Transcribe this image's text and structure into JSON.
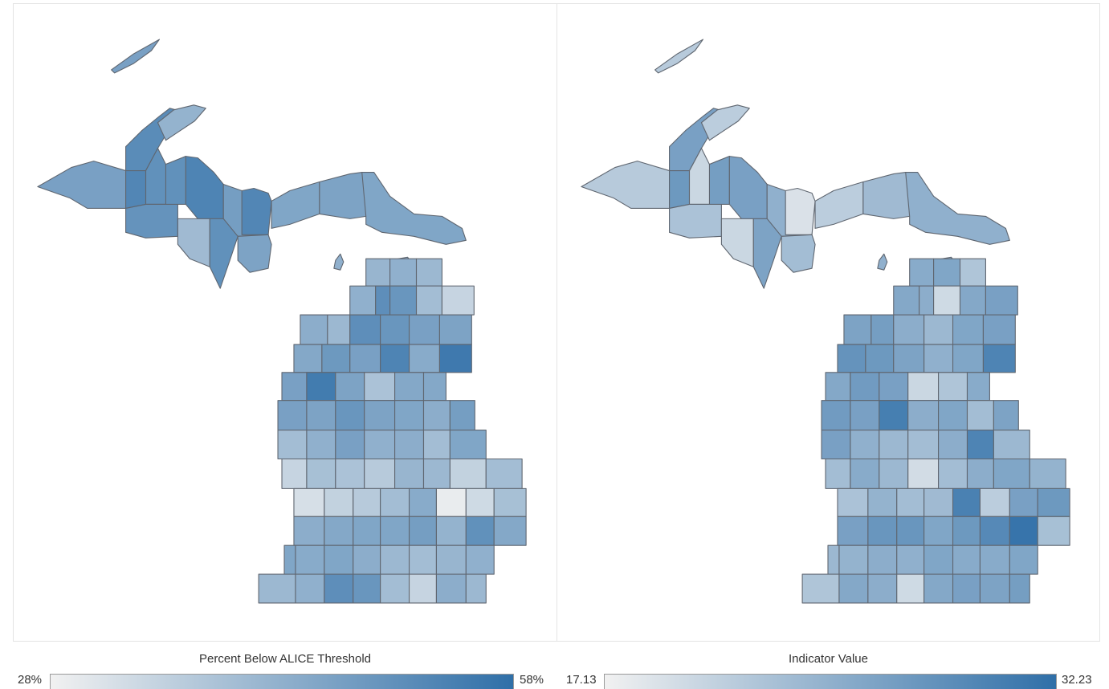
{
  "maps": [
    {
      "legend": {
        "title": "Percent Below ALICE Threshold",
        "min_label": "28%",
        "max_label": "58%",
        "low_color": "#f1f1f1",
        "high_color": "#2f6fa8"
      },
      "upper_peninsula": [
        0.62,
        0.78,
        0.82,
        0.74,
        0.72,
        0.48,
        0.74,
        0.84,
        0.42,
        0.74,
        0.64,
        0.82,
        0.6,
        0.58,
        0.6,
        0.58
      ],
      "lower_peninsula": [
        [
          0.46,
          0.5,
          0.44,
          0.5,
          0.76,
          0.7
        ],
        [
          0.4,
          0.22,
          0.52,
          0.44,
          0.76,
          0.7
        ],
        [
          0.62,
          0.6,
          0.56,
          0.68,
          0.62,
          0.84
        ],
        [
          0.54,
          0.92,
          0.62,
          0.9,
          0.6,
          0.36,
          0.56
        ],
        [
          0.56,
          0.62,
          0.6,
          0.7,
          0.6,
          0.58,
          0.52
        ],
        [
          0.64,
          0.4,
          0.5,
          0.62,
          0.5,
          0.52,
          0.4,
          0.58
        ],
        [
          0.22,
          0.38,
          0.36,
          0.3,
          0.46,
          0.44,
          0.24,
          0.4
        ],
        [
          0.14,
          0.24,
          0.3,
          0.4,
          0.54,
          0.04,
          0.18,
          0.38
        ],
        [
          0.52,
          0.56,
          0.58,
          0.58,
          0.64,
          0.48,
          0.74
        ],
        [
          0.56,
          0.58,
          0.54,
          0.58,
          0.52,
          0.44,
          0.4
        ]
      ]
    },
    {
      "legend": {
        "title": "Indicator Value",
        "min_label": "17.13",
        "max_label": "32.23",
        "low_color": "#f1f1f1",
        "high_color": "#2f6fa8"
      },
      "upper_peninsula": [
        0.3,
        0.62,
        0.68,
        0.2,
        0.36,
        0.28,
        0.64,
        0.62,
        0.2,
        0.6,
        0.5,
        0.12,
        0.4,
        0.28,
        0.42,
        0.5
      ],
      "lower_peninsula": [
        [
          0.54,
          0.58,
          0.34,
          0.56,
          0.52,
          0.18
        ],
        [
          0.56,
          0.62,
          0.6,
          0.64,
          0.52,
          0.44
        ],
        [
          0.58,
          0.62,
          0.72,
          0.68,
          0.6,
          0.5
        ],
        [
          0.58,
          0.84,
          0.56,
          0.66,
          0.62,
          0.2,
          0.34
        ],
        [
          0.54,
          0.66,
          0.62,
          0.88,
          0.52,
          0.58,
          0.4
        ],
        [
          0.6,
          0.62,
          0.5,
          0.44,
          0.4,
          0.52,
          0.84,
          0.44
        ],
        [
          0.4,
          0.54,
          0.44,
          0.16,
          0.4,
          0.52,
          0.58,
          0.48
        ],
        [
          0.36,
          0.48,
          0.4,
          0.42,
          0.86,
          0.28,
          0.62,
          0.68
        ],
        [
          0.62,
          0.7,
          0.7,
          0.58,
          0.68,
          0.8,
          0.96
        ],
        [
          0.38,
          0.44,
          0.48,
          0.52,
          0.5,
          0.58,
          0.54
        ]
      ]
    }
  ]
}
